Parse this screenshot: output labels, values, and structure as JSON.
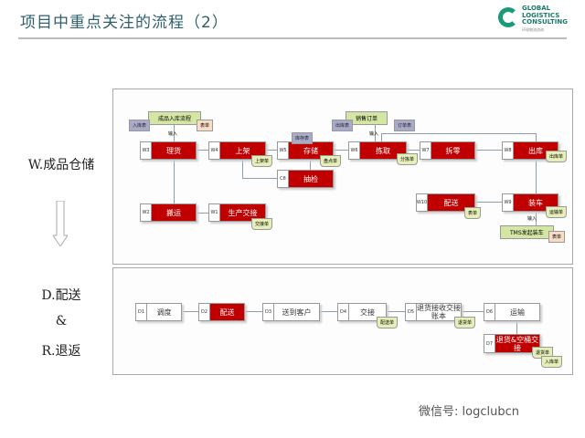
{
  "title": "项目中重点关注的流程（2）",
  "logo": {
    "l1": "GLOBAL",
    "l2": "LOGISTICS",
    "l3": "CONSULTING",
    "sub": "环球物流咨询"
  },
  "side": {
    "w": "W.成品仓储",
    "d": "D.配送",
    "amp": "&",
    "r": "R.退返"
  },
  "warehouse": {
    "nodes": [
      {
        "code": "W3",
        "label": "理货"
      },
      {
        "code": "W4",
        "label": "上架"
      },
      {
        "code": "W5",
        "label": "存储"
      },
      {
        "code": "C8",
        "label": "抽检"
      },
      {
        "code": "W6",
        "label": "拣取"
      },
      {
        "code": "W7",
        "label": "拆零"
      },
      {
        "code": "W8",
        "label": "出库"
      },
      {
        "code": "W9",
        "label": "装车"
      },
      {
        "code": "W10",
        "label": "配送"
      },
      {
        "code": "W2",
        "label": "搬运"
      },
      {
        "code": "W1",
        "label": "生产交接"
      }
    ],
    "tags": {
      "inbound_flow": "成品入库流程",
      "inbound_list": "入库表",
      "form1": "表单",
      "input1": "输入",
      "shelf_sheet": "上架单",
      "stock_table": "库存表",
      "count_sheet": "盘点单",
      "handover_sheet": "交接单",
      "sales_order": "销售订单",
      "outbound_table": "出库表",
      "order_table": "订单表",
      "input2": "输入",
      "pick_sheet": "分拣单",
      "outbound_sheet": "出库单",
      "form2": "表单",
      "transport_sheet": "运输单",
      "input3": "输入",
      "tms": "TMS发起装车",
      "form3": "表单"
    }
  },
  "delivery": {
    "nodes": [
      {
        "code": "D1",
        "label": "调度"
      },
      {
        "code": "D2",
        "label": "配送"
      },
      {
        "code": "D3",
        "label": "送到客户"
      },
      {
        "code": "D4",
        "label": "交接"
      },
      {
        "code": "D5",
        "label": "退货接收交接账本"
      },
      {
        "code": "D6",
        "label": "运输"
      },
      {
        "code": "D7",
        "label": "退货&空桶交接"
      }
    ],
    "tags": {
      "delivery_sheet": "配送单",
      "return_sheet": "退货单",
      "return_sheet2": "退货单",
      "inbound_sheet": "入库单"
    }
  },
  "watermark": "微信号: logclubcn"
}
